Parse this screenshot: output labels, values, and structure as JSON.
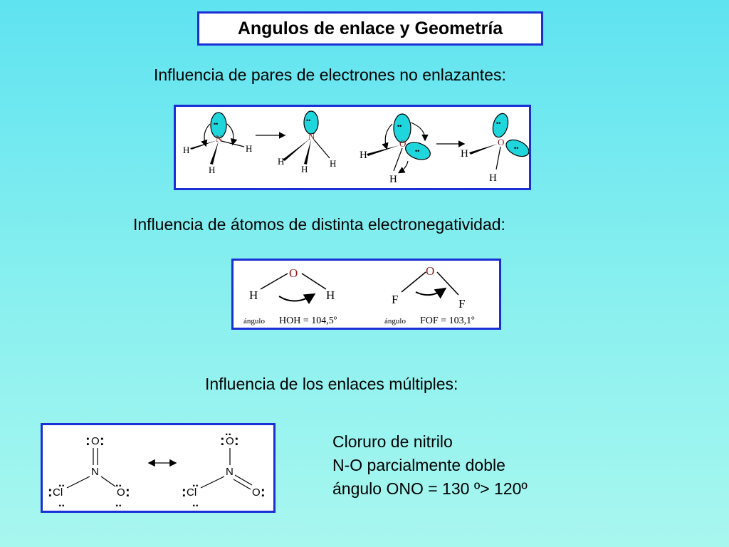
{
  "title": "Angulos de enlace y Geometría",
  "sections": {
    "lone_pairs": "Influencia de pares de electrones no enlazantes:",
    "electronegativity": "Influencia de átomos de distinta electronegatividad:",
    "multiple_bonds": "Influencia de los enlaces múltiples:"
  },
  "panel1": {
    "labels": {
      "N": "N",
      "O": "O",
      "H": "H"
    },
    "pair_dots": "••"
  },
  "panel2": {
    "water": {
      "O": "O",
      "H": "H",
      "caption_word": "ángulo",
      "caption_value": "HOH = 104,5º"
    },
    "of2": {
      "O": "O",
      "F": "F",
      "caption_word": "ángulo",
      "caption_value": "FOF = 103,1º"
    }
  },
  "panel3": {
    "O": "O",
    "N": "N",
    "Cl": "Cl",
    "lone_dots_side": ":",
    "lone_dots_top": ".."
  },
  "note": {
    "line1": "Cloruro de nitrilo",
    "line2": "N-O parcialmente doble",
    "line3": "ángulo ONO = 130 º> 120º"
  },
  "colors": {
    "lobe": "#1fd6dc",
    "frame": "#1a2fd6",
    "atom_N": "#8a1a1a"
  }
}
